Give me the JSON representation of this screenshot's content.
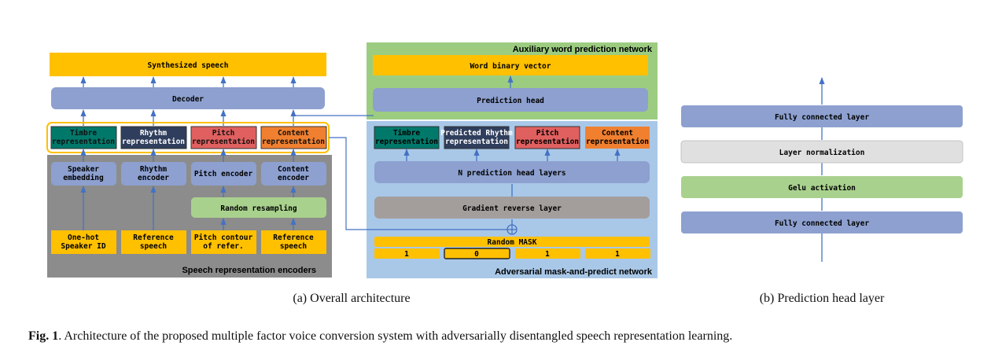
{
  "figure": {
    "left": {
      "output": "Synthesized speech",
      "decoder": "Decoder",
      "representations": [
        "Timbre representation",
        "Rhythm representation",
        "Pitch representation",
        "Content representation"
      ],
      "encoders": [
        "Speaker embedding",
        "Rhythm encoder",
        "Pitch encoder",
        "Content encoder"
      ],
      "resampling": "Random resampling",
      "inputs": [
        "One-hot Speaker ID",
        "Reference speech",
        "Pitch contour of refer.",
        "Reference speech"
      ],
      "group_label": "Speech representation encoders"
    },
    "aux": {
      "title": "Auxiliary word prediction network",
      "word_vector": "Word binary vector",
      "prediction_head": "Prediction head"
    },
    "adv": {
      "title": "Adversarial mask-and-predict network",
      "representations": [
        "Timbre representation",
        "Predicted Rhythm representation",
        "Pitch representation",
        "Content representation"
      ],
      "head_layers": "N prediction head layers",
      "grl": "Gradient reverse layer",
      "mask": "Random MASK",
      "mask_values": [
        "1",
        "0",
        "1",
        "1"
      ]
    },
    "head": {
      "layers": [
        "Fully connected layer",
        "Layer normalization",
        "Gelu activation",
        "Fully connected layer"
      ]
    },
    "captions": {
      "a": "(a) Overall architecture",
      "b": "(b) Prediction head layer",
      "fig_label": "Fig. 1",
      "fig_text": ". Architecture of the proposed multiple factor voice conversion system with adversarially disentangled speech representation learning."
    }
  }
}
